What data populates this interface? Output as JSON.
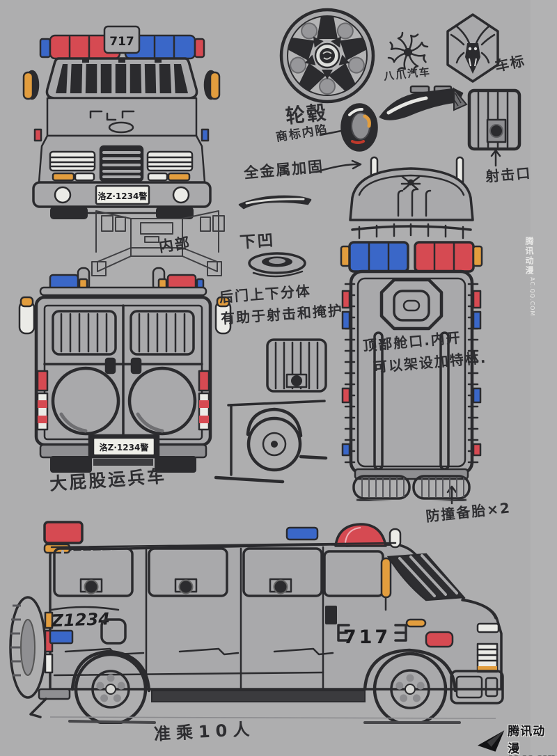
{
  "page": {
    "background": "#aeaeaf",
    "ink": "#2b2b2e"
  },
  "colors": {
    "police_red": "#d64a52",
    "police_blue": "#3a67c8",
    "marker_orange": "#e29d3e",
    "plate_white": "#efefe9"
  },
  "sheet": {
    "labels": {
      "wheel_hub": "轮毂",
      "logo_recessed": "商标内陷",
      "brand_octopus": "八爪汽车",
      "car_emblem": "车标",
      "shooting_port": "射击口",
      "full_metal_reinforced": "全金属加固",
      "recessed": "下凹",
      "interior": "内部",
      "rear_door_1": "后门上下分体",
      "rear_door_2": "有助于射击和掩护",
      "roof_hatch_1": "顶部舱口.内开",
      "roof_hatch_2": "可以架设加特林.",
      "nickname": "大屁股运兵车",
      "bumper_spares": "防撞备胎×2",
      "capacity": "准乘10人"
    },
    "markings": {
      "roof_number": "717",
      "front_plate": "洛Z·1234警",
      "rear_plate": "洛Z·1234警",
      "side_code": "Z1234",
      "door_number": "717"
    }
  },
  "watermark": {
    "brand": "腾讯动漫",
    "site": "AC.QQ.COM"
  }
}
